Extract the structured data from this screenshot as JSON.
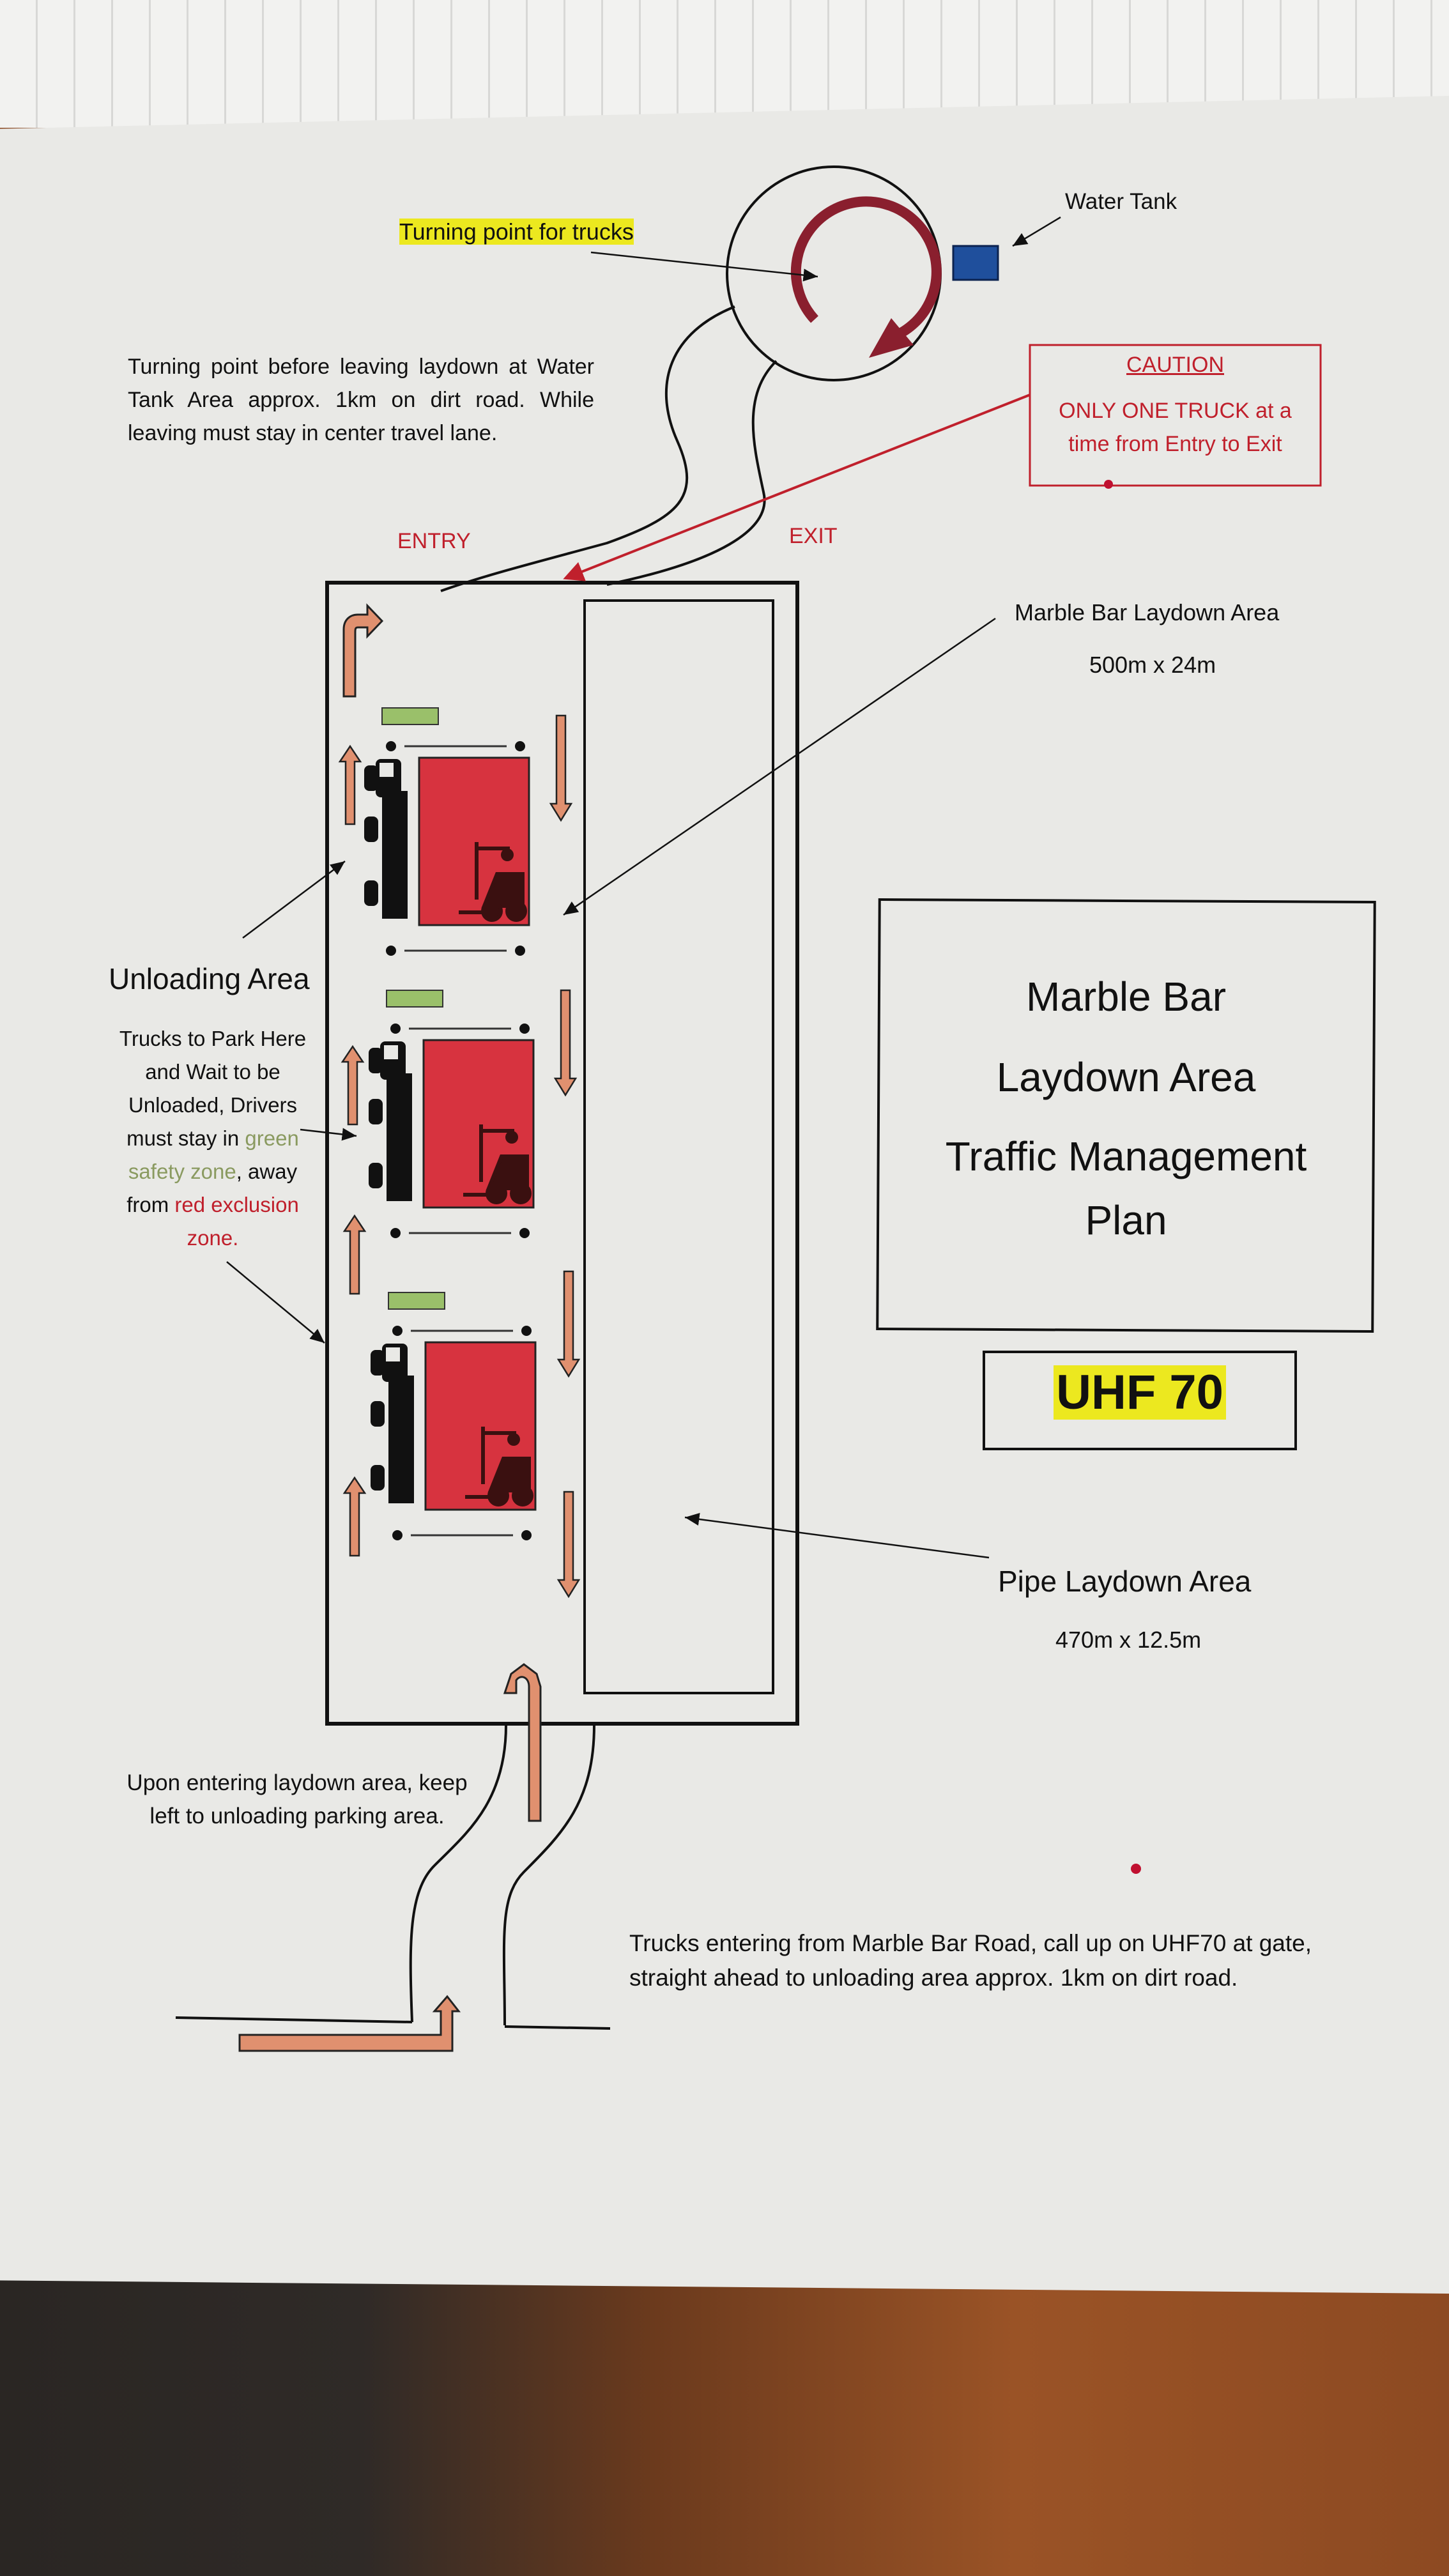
{
  "turning_point_label": "Turning point for trucks",
  "water_tank_label": "Water Tank",
  "turning_note": "Turning point before leaving laydown at Water Tank Area approx. 1km on dirt road. While leaving must stay in center travel lane.",
  "caution": {
    "title": "CAUTION",
    "line1": "ONLY ONE TRUCK at a",
    "line2": "time from Entry to Exit"
  },
  "entry_label": "ENTRY",
  "exit_label": "EXIT",
  "marble_bar_area": {
    "name": "Marble Bar Laydown Area",
    "size": "500m x 24m"
  },
  "unloading": {
    "title": "Unloading Area",
    "text_a": "Trucks to Park Here and Wait to be Unloaded, Drivers must stay in ",
    "green_text": "green safety zone",
    "text_b": ", away from ",
    "red_text": "red exclusion zone.",
    "text_c": ""
  },
  "plan_title": {
    "line1": "Marble Bar",
    "line2": "Laydown Area",
    "line3": "Traffic Management",
    "line4": "Plan"
  },
  "uhf_label": "UHF 70",
  "pipe_area": {
    "name": "Pipe Laydown Area",
    "size": "470m x 12.5m"
  },
  "entering_note": "Upon entering laydown area, keep left to unloading parking area.",
  "road_note": "Trucks entering from Marble Bar Road, call up on UHF70 at gate, straight ahead to unloading area approx. 1km on dirt road.",
  "colors": {
    "red": "#c0202c",
    "exclusion_red": "#d7333f",
    "safety_green": "#9ac06a",
    "arrow_fill": "#e0906f",
    "tank_blue": "#1f4f9c",
    "highlight": "#ece81f"
  }
}
